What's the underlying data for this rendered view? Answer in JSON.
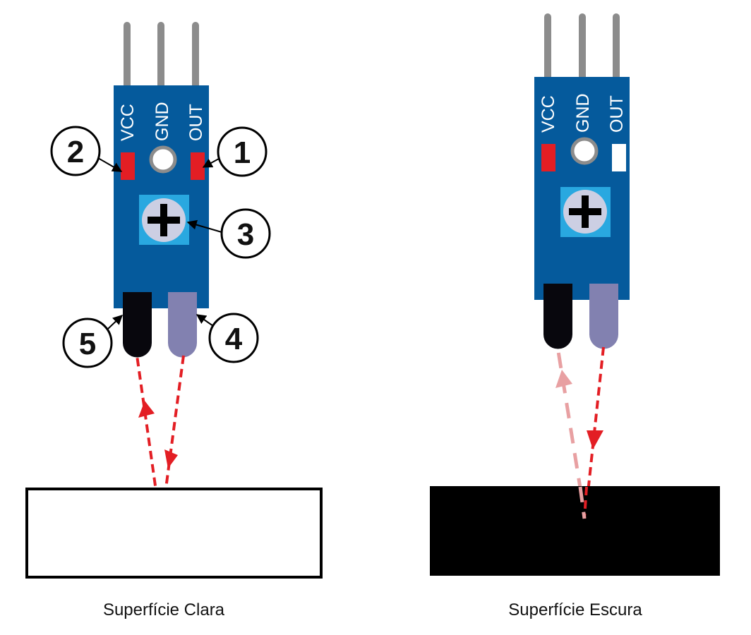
{
  "colors": {
    "board": "#055a9c",
    "pin": "#8c8c8c",
    "led_on": "#e31e24",
    "led_off": "#ffffff",
    "pot_square": "#29a8e0",
    "pot_disc": "#cccfe3",
    "receiver": "#08070d",
    "emitter": "#8281b0",
    "ray": "#e31e24",
    "ray_faded": "#e8a0a2"
  },
  "left": {
    "pins": [
      "VCC",
      "GND",
      "OUT"
    ],
    "callouts": [
      "1",
      "2",
      "3",
      "4",
      "5"
    ],
    "surface": "light",
    "caption": "Superfície Clara"
  },
  "right": {
    "pins": [
      "VCC",
      "GND",
      "OUT"
    ],
    "surface": "dark",
    "caption": "Superfície Escura"
  }
}
